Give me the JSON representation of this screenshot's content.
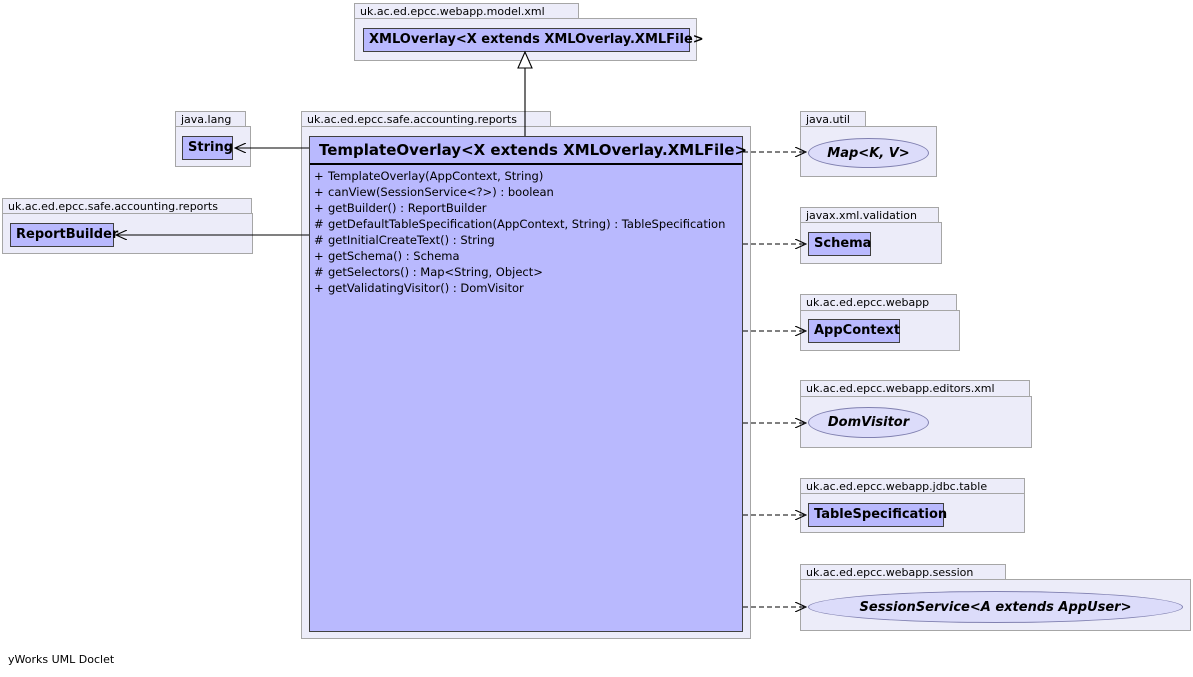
{
  "packages": {
    "model_xml": "uk.ac.ed.epcc.webapp.model.xml",
    "java_lang": "java.lang",
    "reports_main": "uk.ac.ed.epcc.safe.accounting.reports",
    "reports_left": "uk.ac.ed.epcc.safe.accounting.reports",
    "java_util": "java.util",
    "javax_xml_validation": "javax.xml.validation",
    "webapp": "uk.ac.ed.epcc.webapp",
    "editors_xml": "uk.ac.ed.epcc.webapp.editors.xml",
    "jdbc_table": "uk.ac.ed.epcc.webapp.jdbc.table",
    "session": "uk.ac.ed.epcc.webapp.session"
  },
  "classes": {
    "xml_overlay": "XMLOverlay<X extends XMLOverlay.XMLFile>",
    "string": "String",
    "report_builder": "ReportBuilder",
    "map": "Map<K, V>",
    "schema": "Schema",
    "app_context": "AppContext",
    "dom_visitor": "DomVisitor",
    "table_specification": "TableSpecification",
    "session_service": "SessionService<A extends AppUser>"
  },
  "main_class": {
    "title": "TemplateOverlay<X extends XMLOverlay.XMLFile>",
    "operations": [
      {
        "vis": "+",
        "sig": "TemplateOverlay(AppContext, String)"
      },
      {
        "vis": "+",
        "sig": "canView(SessionService<?>) : boolean"
      },
      {
        "vis": "+",
        "sig": "getBuilder() : ReportBuilder"
      },
      {
        "vis": "#",
        "sig": "getDefaultTableSpecification(AppContext, String) : TableSpecification"
      },
      {
        "vis": "#",
        "sig": "getInitialCreateText() : String"
      },
      {
        "vis": "+",
        "sig": "getSchema() : Schema"
      },
      {
        "vis": "#",
        "sig": "getSelectors() : Map<String, Object>"
      },
      {
        "vis": "+",
        "sig": "getValidatingVisitor() : DomVisitor"
      }
    ]
  },
  "footer": "yWorks UML Doclet"
}
